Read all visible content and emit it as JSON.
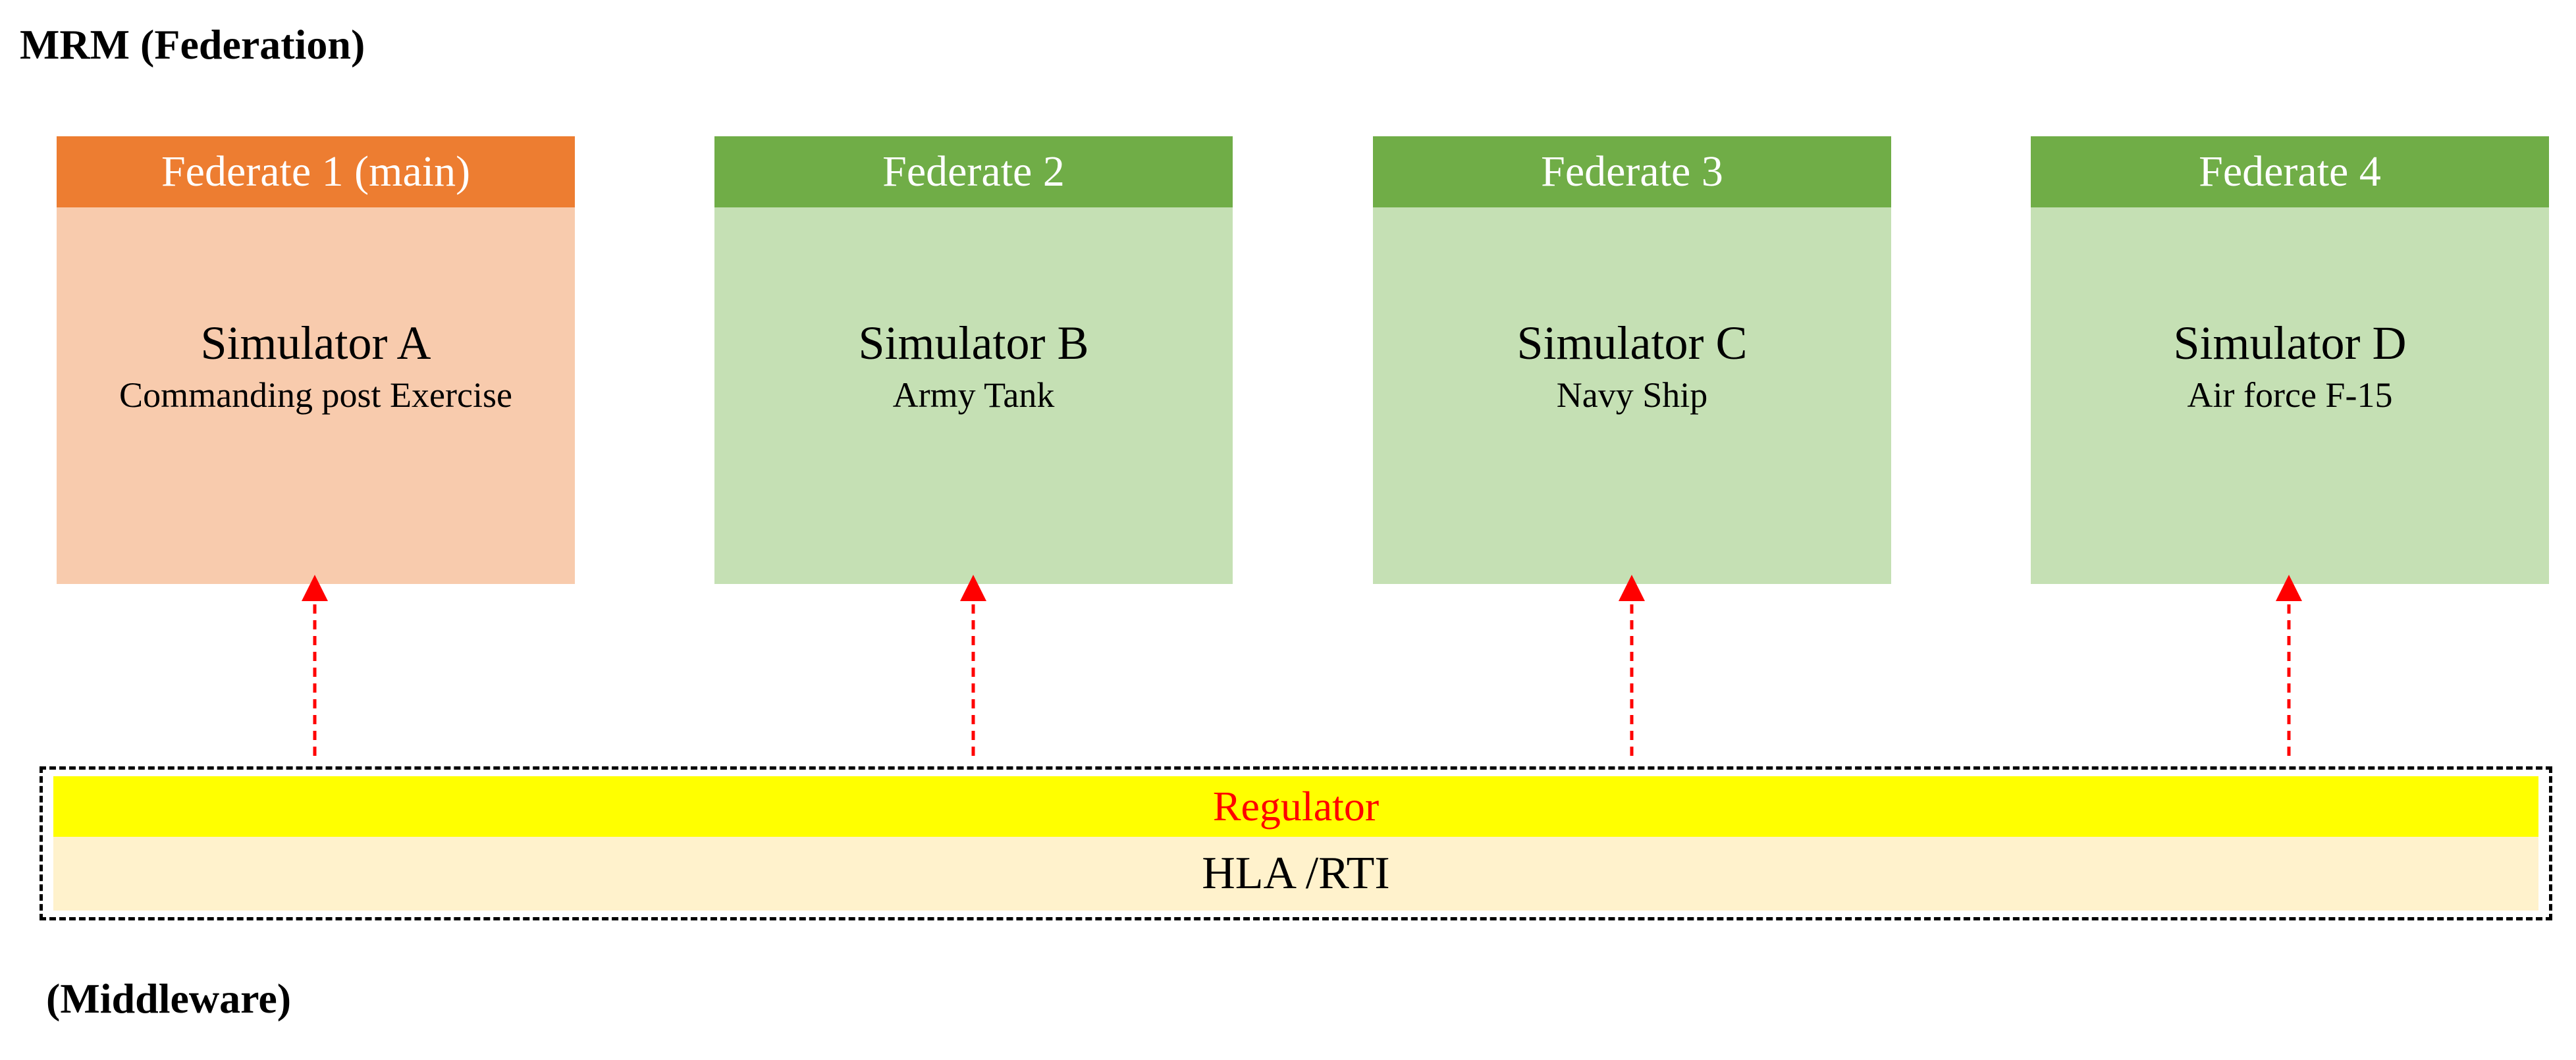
{
  "titles": {
    "federation": "MRM (Federation)",
    "middleware": "(Middleware)"
  },
  "federates": [
    {
      "header": "Federate 1 (main)",
      "simulator": "Simulator A",
      "description": "Commanding post Exercise",
      "header_color": "#ED7D31",
      "body_color": "#F8CBAD"
    },
    {
      "header": "Federate 2",
      "simulator": "Simulator B",
      "description": "Army Tank",
      "header_color": "#70AD47",
      "body_color": "#C5E0B4"
    },
    {
      "header": "Federate 3",
      "simulator": "Simulator C",
      "description": "Navy Ship",
      "header_color": "#70AD47",
      "body_color": "#C5E0B4"
    },
    {
      "header": "Federate 4",
      "simulator": "Simulator D",
      "description": "Air force F-15",
      "header_color": "#70AD47",
      "body_color": "#C5E0B4"
    }
  ],
  "middleware": {
    "regulator_label": "Regulator",
    "regulator_bg": "#FFFF00",
    "regulator_text_color": "#FF0000",
    "hla_label": "HLA /RTI",
    "hla_bg": "#FFF2CC"
  },
  "connector_color": "#FF0000"
}
